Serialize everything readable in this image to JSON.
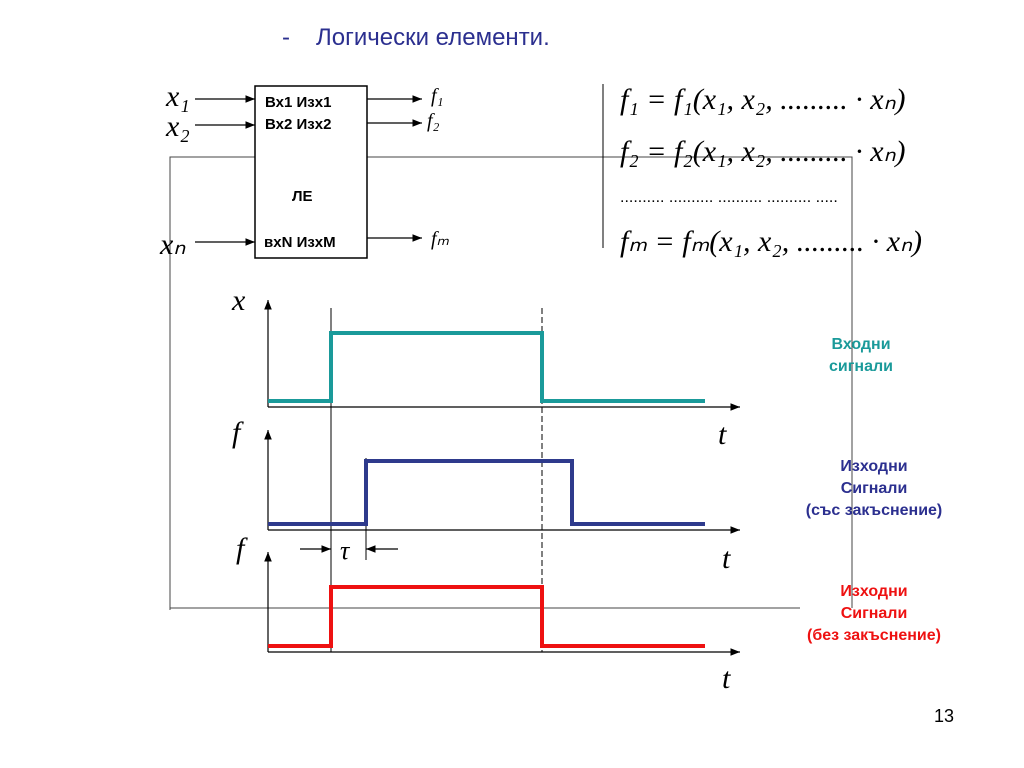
{
  "title": {
    "dash": "-",
    "text": "Логически елементи."
  },
  "block": {
    "row1": "Вх1  Изх1",
    "row2": "Вх2  Изх2",
    "name": "ЛЕ",
    "rowN": "вхN  ИзхM"
  },
  "equations": {
    "eq1": "f₁ = f₁(x₁, x₂, ......... · xₙ)",
    "eq2": "f₂ = f₂(x₁, x₂, ......... · xₙ)",
    "dots": ".......... .......... .......... .......... .....",
    "eqm": "fₘ = fₘ(x₁, x₂, ......... · xₙ)"
  },
  "labels": {
    "x1_in": "x₁",
    "x2_in": "x₂",
    "xn_in": "xₙ",
    "f1_out": "f₁",
    "f2_out": "f₂",
    "fm_out": "fₘ",
    "x_axis": "x",
    "f_axis1": "f",
    "f_axis2": "f",
    "t1": "t",
    "t2": "t",
    "t3": "t",
    "tau": "τ"
  },
  "side_labels": {
    "input": {
      "line1": "Входни",
      "line2": "сигнали",
      "color": "#1a9a9a"
    },
    "delayed": {
      "line1": "Изходни",
      "line2": "Сигнали",
      "line3": "(със закъснение)",
      "color": "#2b2f8f"
    },
    "nodelay": {
      "line1": "Изходни",
      "line2": "Сигнали",
      "line3": "(без закъснение)",
      "color": "#ee1111"
    }
  },
  "signals": {
    "input_color": "#1a9a9a",
    "delayed_color": "#2e3a8c",
    "nodelay_color": "#ee1111"
  },
  "page_number": "13"
}
